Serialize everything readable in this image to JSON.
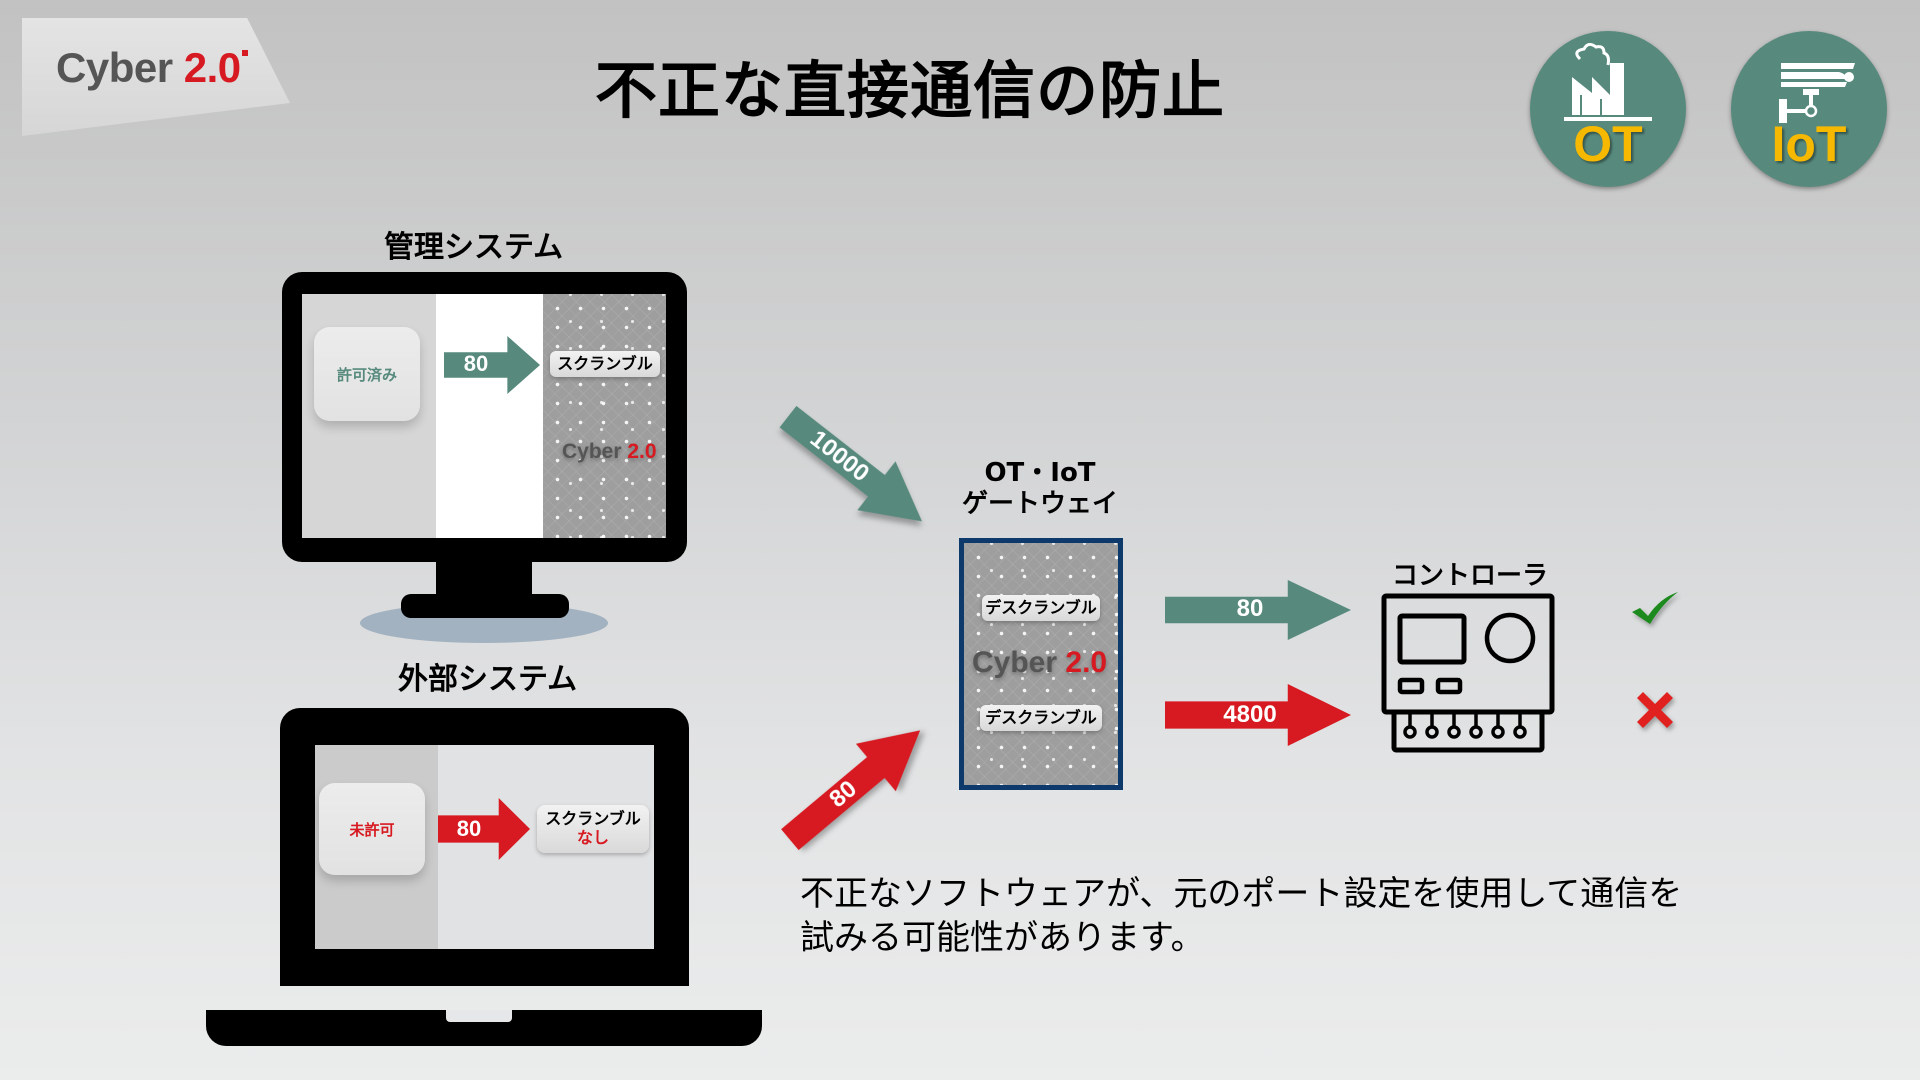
{
  "logo": {
    "brand": "Cyber",
    "version": "2.0"
  },
  "title": "不正な直接通信の防止",
  "badges": [
    {
      "label": "OT",
      "icon": "factory-icon"
    },
    {
      "label": "IoT",
      "icon": "security-camera-icon"
    }
  ],
  "management_system": {
    "label": "管理システム",
    "status": "許可済み",
    "port": "80",
    "action": "スクランブル",
    "logo_brand": "Cyber",
    "logo_version": "2.0"
  },
  "external_system": {
    "label": "外部システム",
    "status": "未許可",
    "port": "80",
    "action_line1": "スクランブル",
    "action_line2": "なし"
  },
  "flows": {
    "management_to_gateway": "10000",
    "external_to_gateway": "80"
  },
  "gateway": {
    "label_line1": "OT・IoT",
    "label_line2": "ゲートウェイ",
    "top_action": "デスクランブル",
    "bottom_action": "デスクランブル",
    "logo_brand": "Cyber",
    "logo_version": "2.0"
  },
  "controller": {
    "label": "コントローラ",
    "inputs": [
      {
        "port": "80",
        "color": "#578a7d",
        "result": "allowed",
        "result_icon": "checkmark-icon"
      },
      {
        "port": "4800",
        "color": "#d71a21",
        "result": "blocked",
        "result_icon": "x-icon"
      }
    ]
  },
  "description": {
    "line1": "不正なソフトウェアが、元のポート設定を使用して通信を",
    "line2": "試みる可能性があります。"
  },
  "colors": {
    "accent_green": "#578a7d",
    "accent_red": "#d71a21",
    "badge_text": "#f7b800",
    "gateway_border": "#0e3a6b"
  }
}
